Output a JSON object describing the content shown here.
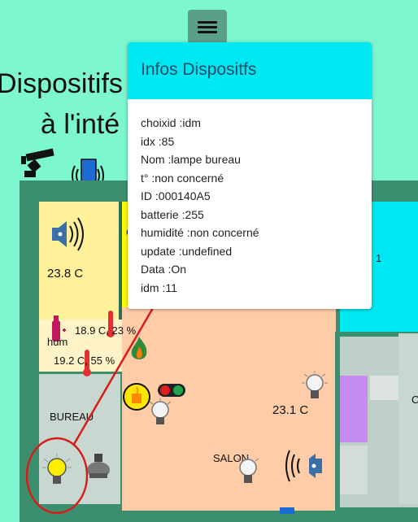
{
  "page": {
    "title_line1": "Dispositifs",
    "title_line2": "à l'inté"
  },
  "plan": {
    "rooms": {
      "chambre_temp": "23.8 C",
      "hum_label": "hum",
      "hum_reading1": "18.9 C, 23 %",
      "hum_reading2": "19.2 C, 55 %",
      "bureau_label": "BUREAU",
      "salon_temp": "23.1 C",
      "salon_label": "SALON",
      "partial_c": "C",
      "partial_1": "1",
      "partial_right_c": "C"
    }
  },
  "modal": {
    "title": "Infos Dispositfs",
    "lines": [
      "choixid :idm",
      "idx :85",
      "Nom :lampe bureau",
      "t° :non concerné",
      "ID :000140A5",
      "batterie :255",
      "humidité :non concerné",
      "update :undefined",
      "Data :On",
      "idm :11"
    ]
  },
  "colors": {
    "background": "#7df7cf",
    "modal_header": "#00e8f2",
    "highlight": "#d81b1b"
  },
  "icons": [
    "menu-icon",
    "camera-icon",
    "door-icon",
    "speaker-icon",
    "thermometer-icon",
    "flame-icon",
    "lightbulb-icon",
    "toggle-switch-icon"
  ]
}
